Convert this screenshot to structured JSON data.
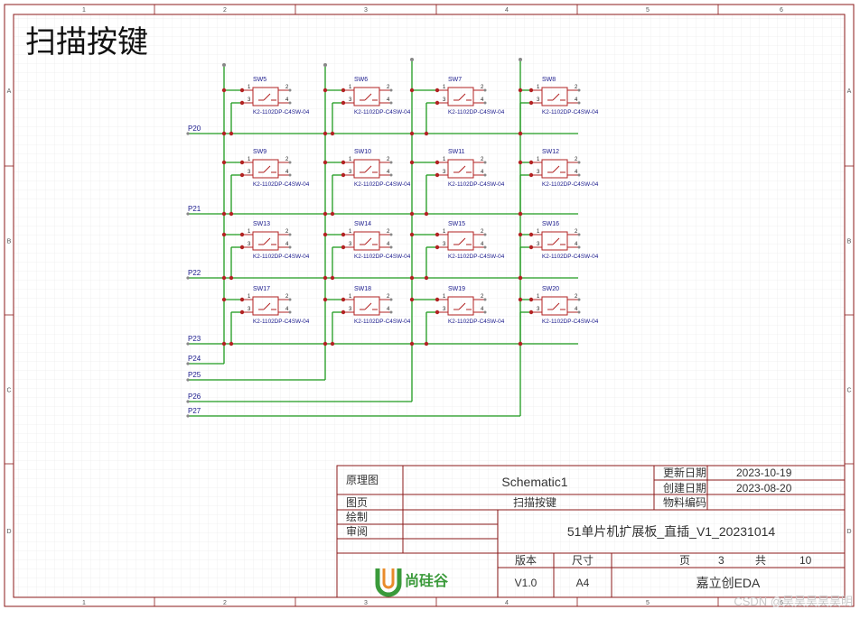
{
  "heading": "扫描按键",
  "frame": {
    "col_labels": [
      "1",
      "2",
      "3",
      "4",
      "5",
      "6"
    ],
    "row_labels": [
      "A",
      "B",
      "C",
      "D"
    ]
  },
  "switch_part": "K2-1102DP-C4SW-04",
  "switch_rows": [
    [
      "SW5",
      "SW6",
      "SW7",
      "SW8"
    ],
    [
      "SW9",
      "SW10",
      "SW11",
      "SW12"
    ],
    [
      "SW13",
      "SW14",
      "SW15",
      "SW16"
    ],
    [
      "SW17",
      "SW18",
      "SW19",
      "SW20"
    ]
  ],
  "pin_labels": {
    "p1": "1",
    "p2": "2",
    "p3": "3",
    "p4": "4"
  },
  "row_nets": [
    "P20",
    "P21",
    "P22",
    "P23"
  ],
  "col_nets": [
    "P24",
    "P25",
    "P26",
    "P27"
  ],
  "title_block": {
    "label_schematic": "原理图",
    "schematic_name": "Schematic1",
    "label_updated": "更新日期",
    "updated": "2023-10-19",
    "label_created": "创建日期",
    "created": "2023-08-20",
    "label_page": "图页",
    "page_name": "扫描按键",
    "label_part_no": "物料编码",
    "label_drawn": "绘制",
    "label_review": "审阅",
    "project": "51单片机扩展板_直插_V1_20231014",
    "label_version": "版本",
    "label_size": "尺寸",
    "label_page_no": "页",
    "page_no": "3",
    "label_total": "共",
    "total": "10",
    "version": "V1.0",
    "size": "A4",
    "company": "嘉立创EDA",
    "logo_text": "尚硅谷"
  },
  "watermark": "CSDN @昊昊昊昊昊明",
  "colors": {
    "wire": "#1e9a1e",
    "symbol": "#b22222",
    "junction": "#b22222",
    "part_text": "#1a1a8c",
    "frame": "#8b1a1a",
    "grid": "#e6e6e6",
    "logo_green": "#3a9a3a",
    "logo_orange": "#e98b2a"
  }
}
